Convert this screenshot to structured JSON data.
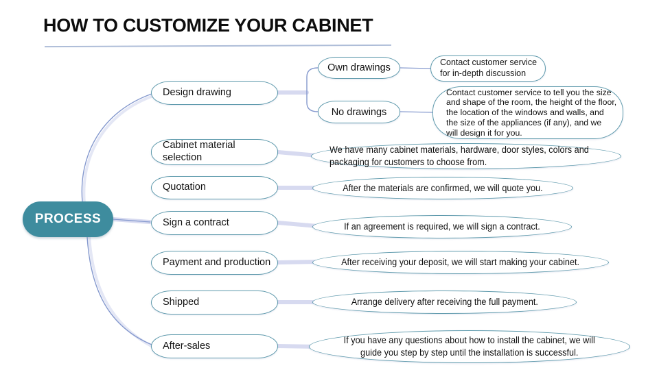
{
  "title": "HOW TO CUSTOMIZE YOUR CABINET",
  "root_label": "PROCESS",
  "colors": {
    "root_fill": "#3e8c9e",
    "root_text": "#ffffff",
    "bubble_border": "#5e9aac",
    "connector_thin": "#8599ce",
    "connector_thick": "#d7daf0",
    "title_underline": "#aebdd8",
    "background": "#ffffff",
    "text": "#111111"
  },
  "steps": [
    {
      "label": "Design drawing",
      "children": [
        {
          "label": "Own drawings",
          "description": "Contact customer service\nfor in-depth discussion"
        },
        {
          "label": "No drawings",
          "description": "Contact customer service to tell you the size\nand shape of the room, the height of the floor,\nthe location of the windows and walls, and\nthe size of the appliances (if any), and we\nwill design it for you."
        }
      ]
    },
    {
      "label": "Cabinet material\nselection",
      "description": "We have many cabinet materials, hardware, door styles, colors and\npackaging for customers to choose from."
    },
    {
      "label": "Quotation",
      "description": "After the materials are confirmed, we will quote you."
    },
    {
      "label": "Sign a contract",
      "description": "If an agreement is required, we will sign a contract."
    },
    {
      "label": "Payment and production",
      "description": "After receiving your deposit, we will start making your cabinet."
    },
    {
      "label": "Shipped",
      "description": "Arrange delivery after receiving the full payment."
    },
    {
      "label": "After-sales",
      "description": "If you have any questions about how to install the cabinet, we will\nguide you step by step until the installation is successful."
    }
  ]
}
